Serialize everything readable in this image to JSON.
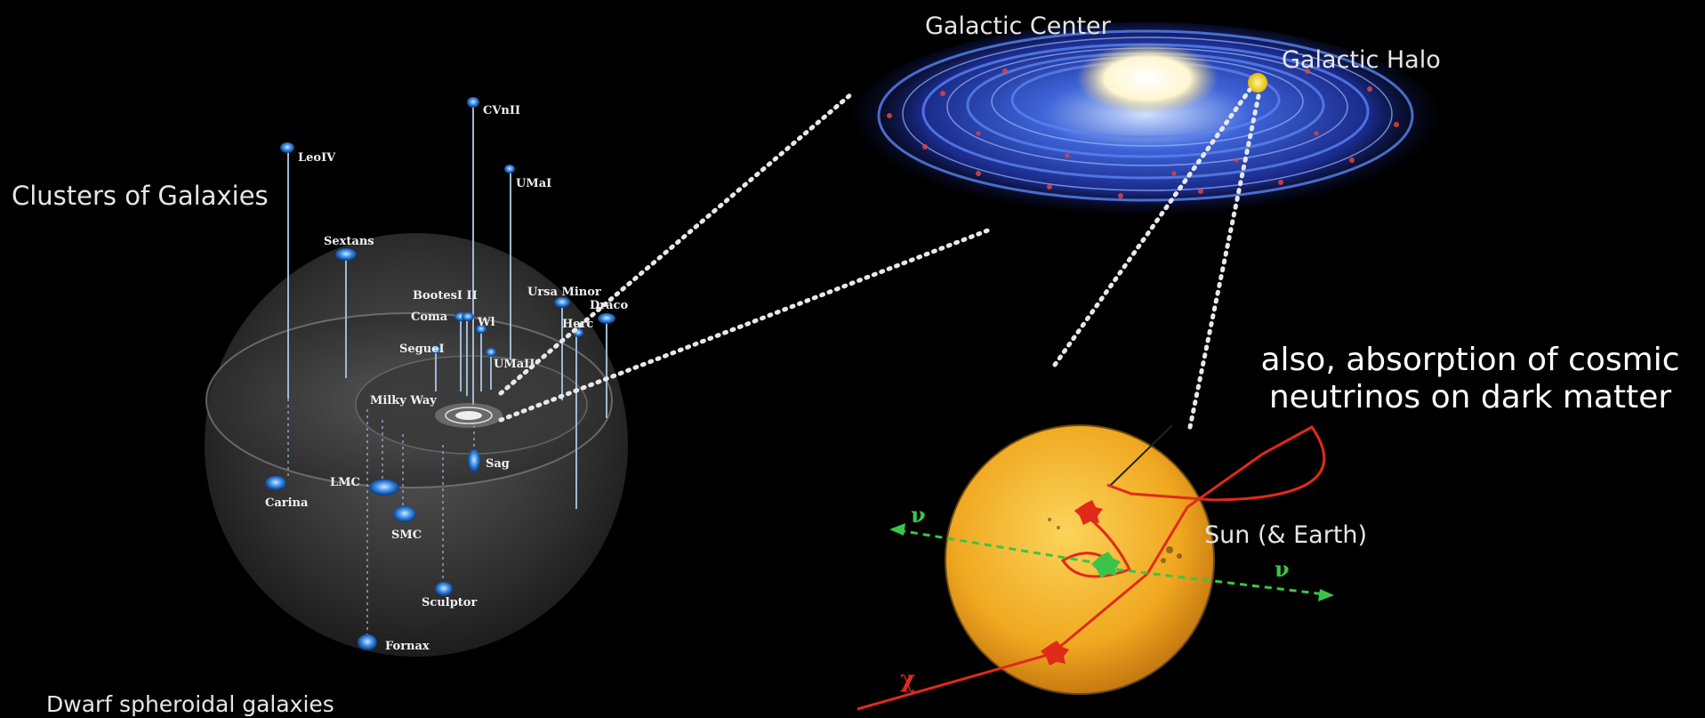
{
  "labels": {
    "galactic_center": "Galactic Center",
    "galactic_halo": "Galactic Halo",
    "clusters": "Clusters of Galaxies",
    "dwarf": "Dwarf spheroidal galaxies",
    "sun": "Sun (& Earth)",
    "note_line1": "also, absorption of cosmic",
    "note_line2": "neutrinos on dark matter",
    "nu_left": "ν",
    "nu_right": "ν",
    "chi": "χ"
  },
  "galaxies": {
    "CVnII": "CVnII",
    "LeoIV": "LeoIV",
    "UMaI": "UMaI",
    "Sextans": "Sextans",
    "BootesIII": "BootesI II",
    "Coma": "Coma",
    "Wl": "Wl",
    "UrsaMinor": "Ursa Minor",
    "Draco": "Draco",
    "Herc": "Herc",
    "SegueI": "SegueI",
    "UMaII": "UMaII",
    "MilkyWay": "Milky Way",
    "Sag": "Sag",
    "LMC": "LMC",
    "Carina": "Carina",
    "SMC": "SMC",
    "Sculptor": "Sculptor",
    "Fornax": "Fornax"
  },
  "colors": {
    "background": "#000000",
    "galaxy_blue": "#3a8ee8",
    "sun_yellow": "#f2b731",
    "red_track": "#e02a1a",
    "neutrino_green": "#3cc44a"
  }
}
